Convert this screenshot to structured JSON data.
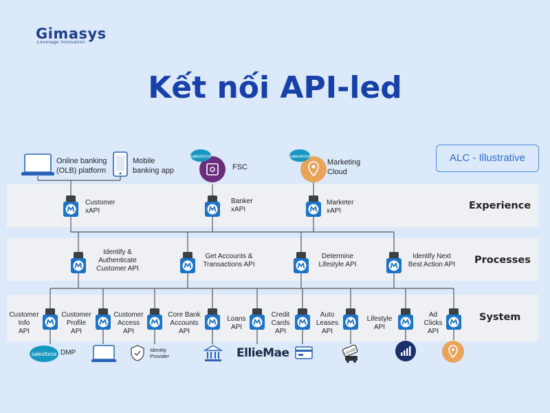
{
  "brand": {
    "name": "Gimasys",
    "tagline": "Leverage Innovation"
  },
  "title": "Kết nối API-led",
  "badge": "ALC - Illustrative",
  "layers": {
    "experience": "Experience",
    "processes": "Processes",
    "system": "System"
  },
  "channels": {
    "online_banking": "Online banking\n(OLB) platform",
    "mobile_banking": "Mobile\nbanking app",
    "fsc": "FSC",
    "marketing_cloud": "Marketing\nCloud",
    "salesforce": "salesforce"
  },
  "experience_apis": [
    "Customer\nxAPI",
    "Banker\nxAPI",
    "Marketer\nxAPI"
  ],
  "process_apis": [
    "Identify &\nAuthenticate\nCustomer API",
    "Get Accounts &\nTransactions API",
    "Determine\nLifestyle API",
    "Identify Next\nBest Action API"
  ],
  "system_apis": [
    "Customer\nInfo\nAPI",
    "Customer\nProfile\nAPI",
    "Customer\nAccess\nAPI",
    "Core Bank\nAccounts\nAPI",
    "Loans\nAPI",
    "Credit\nCards\nAPI",
    "Auto\nLeases\nAPI",
    "Lifestyle\nAPI",
    "Ad\nClicks\nAPI"
  ],
  "backends": {
    "dmp": "DMP",
    "identity_provider": "Identity\nProvider",
    "elliemae": "EllieMae",
    "lease_tag": "LEASE"
  },
  "colors": {
    "background": "#dce9fb",
    "title": "#1740a8",
    "node": "#1c73c8",
    "band": "#eef0f3",
    "salesforce": "#1798c1",
    "fsc": "#6b2e7e",
    "marketing": "#e9a45a"
  }
}
